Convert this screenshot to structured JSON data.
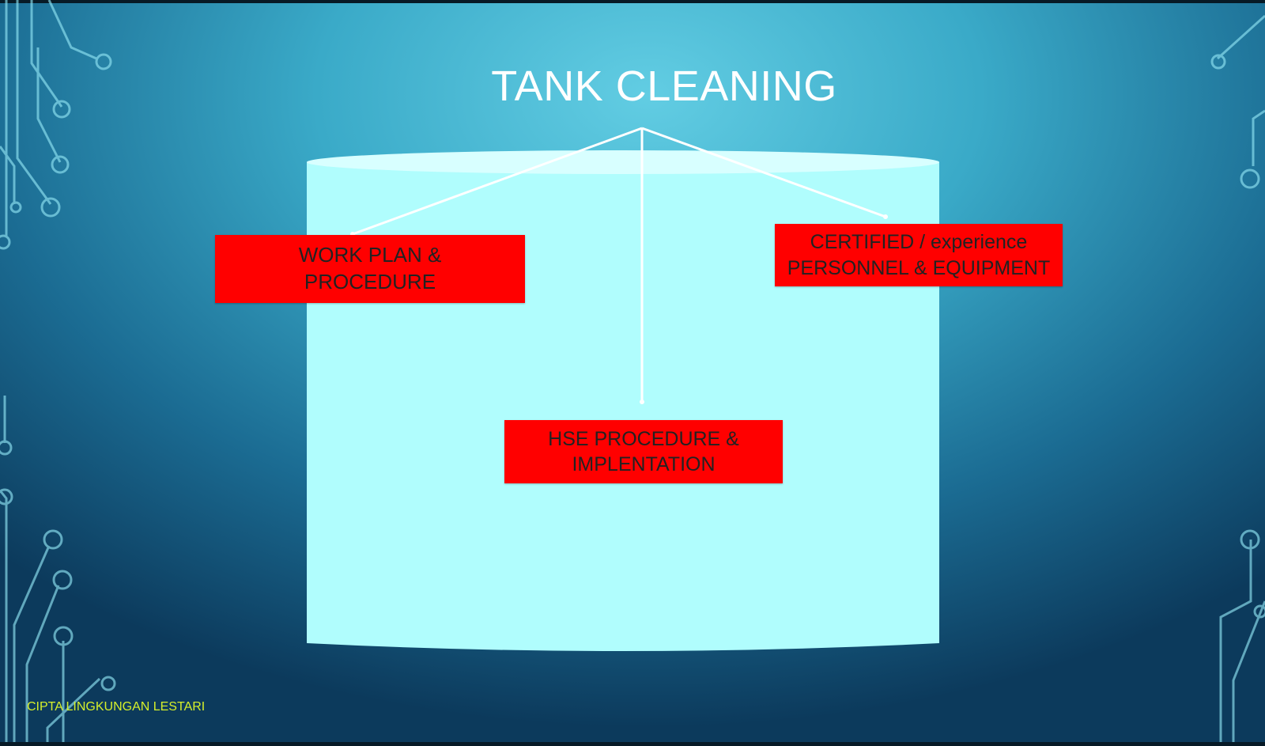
{
  "slide": {
    "title": "TANK CLEANING",
    "nodes": [
      {
        "id": "work-plan",
        "lines": [
          "WORK PLAN &",
          "PROCEDURE"
        ]
      },
      {
        "id": "certified",
        "lines": [
          "CERTIFIED / experience",
          "PERSONNEL & EQUIPMENT"
        ]
      },
      {
        "id": "hse",
        "lines": [
          "HSE PROCEDURE &",
          "IMPLENTATION"
        ]
      }
    ],
    "footer": "CIPTA LINGKUNGAN LESTARI"
  },
  "colors": {
    "box_fill": "#ff0000",
    "tank_fill": "#b0fdfd",
    "footer_text": "#d6ef2a",
    "title_text": "#ffffff"
  },
  "icons": [
    "circuit-trace-decoration",
    "tank-cylinder-graphic"
  ]
}
